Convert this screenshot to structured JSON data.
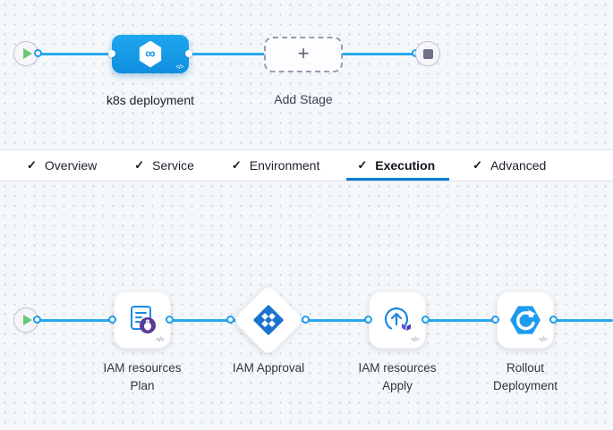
{
  "icons": {
    "check": "✓",
    "plus": "+",
    "code": "</>",
    "infinity": "∞"
  },
  "colors": {
    "canvas_bg": "#f4f8fa",
    "grid_dot": "#c9d3dd",
    "connector_line": "#29a8f2",
    "accent_blue": "#0b7ad8",
    "stage_blue": "#139ae6",
    "play_green": "#66c977",
    "stop_gray": "#6f7089",
    "approval_blue": "#1a73cf",
    "terraform_purple": "#5c4ee5"
  },
  "stage_pipeline": {
    "stage": {
      "label": "k8s deployment"
    },
    "add_stage": {
      "label": "Add Stage"
    }
  },
  "tabs": {
    "active": "Execution",
    "items": [
      {
        "label": "Overview",
        "checked": true
      },
      {
        "label": "Service",
        "checked": true
      },
      {
        "label": "Environment",
        "checked": true
      },
      {
        "label": "Execution",
        "checked": true
      },
      {
        "label": "Advanced",
        "checked": true
      }
    ]
  },
  "execution_pipeline": {
    "steps": [
      {
        "label_line1": "IAM resources",
        "label_line2": "Plan",
        "type": "terraform-plan",
        "shape": "card"
      },
      {
        "label_line1": "IAM Approval",
        "label_line2": "",
        "type": "approval",
        "shape": "diamond"
      },
      {
        "label_line1": "IAM resources",
        "label_line2": "Apply",
        "type": "terraform-apply",
        "shape": "card"
      },
      {
        "label_line1": "Rollout",
        "label_line2": "Deployment",
        "type": "k8s-rollout",
        "shape": "card"
      }
    ]
  }
}
